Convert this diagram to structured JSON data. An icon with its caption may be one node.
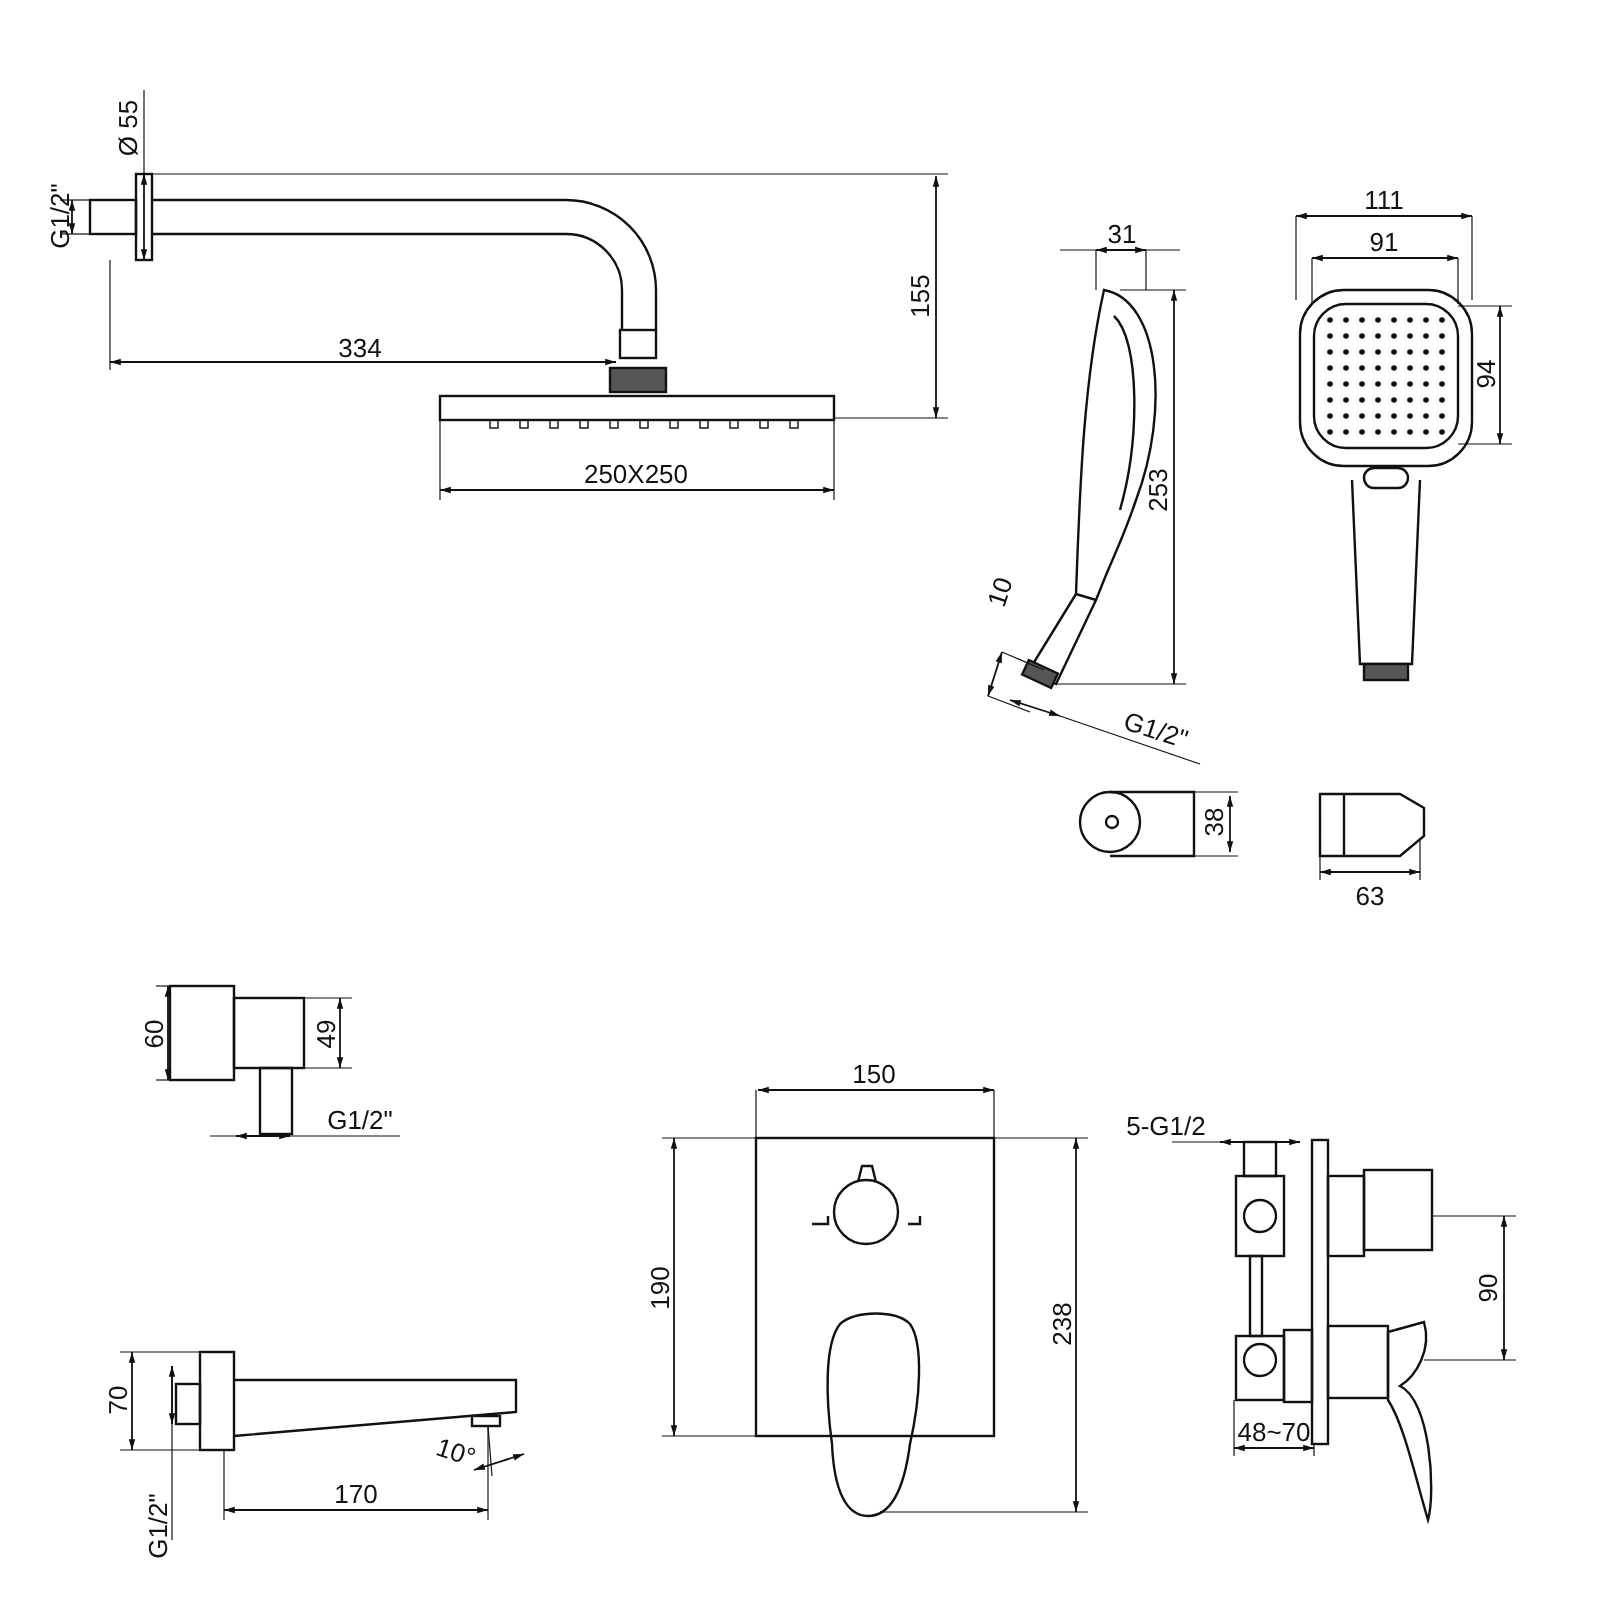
{
  "diagram": {
    "labels": [
      "Ø 55",
      "G1/2\"",
      "334",
      "155",
      "250X250",
      "31",
      "111",
      "91",
      "94",
      "253",
      "10",
      "G1/2\"",
      "38",
      "63",
      "60",
      "49",
      "G1/2\"",
      "150",
      "5-G1/2",
      "190",
      "238",
      "90",
      "48~70",
      "70",
      "G1/2\"",
      "170",
      "10°"
    ]
  }
}
